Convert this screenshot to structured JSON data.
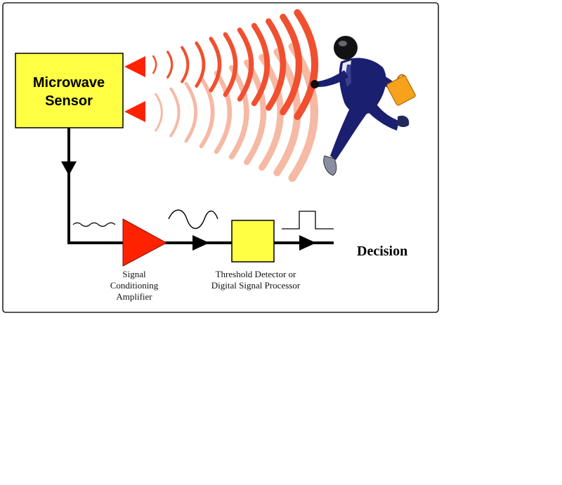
{
  "diagram": {
    "sensor": {
      "label_line1": "Microwave",
      "label_line2": "Sensor"
    },
    "amplifier": {
      "label_line1": "Signal",
      "label_line2": "Conditioning",
      "label_line3": "Amplifier"
    },
    "detector": {
      "label_line1": "Threshold Detector or",
      "label_line2": "Digital Signal Processor"
    },
    "output": {
      "label": "Decision"
    }
  },
  "colors": {
    "sensor_fill": "#FFFF44",
    "detector_fill": "#FFFF44",
    "amplifier_fill": "#FF2200",
    "emitter_fill": "#FF2200",
    "wave_strong": "#F05030",
    "wave_faint": "#F6B9A4",
    "suit": "#1A1F70",
    "briefcase": "#F6A21C",
    "line": "#000000"
  },
  "icons": {
    "person": "running-businessman-icon",
    "briefcase": "briefcase-icon"
  }
}
